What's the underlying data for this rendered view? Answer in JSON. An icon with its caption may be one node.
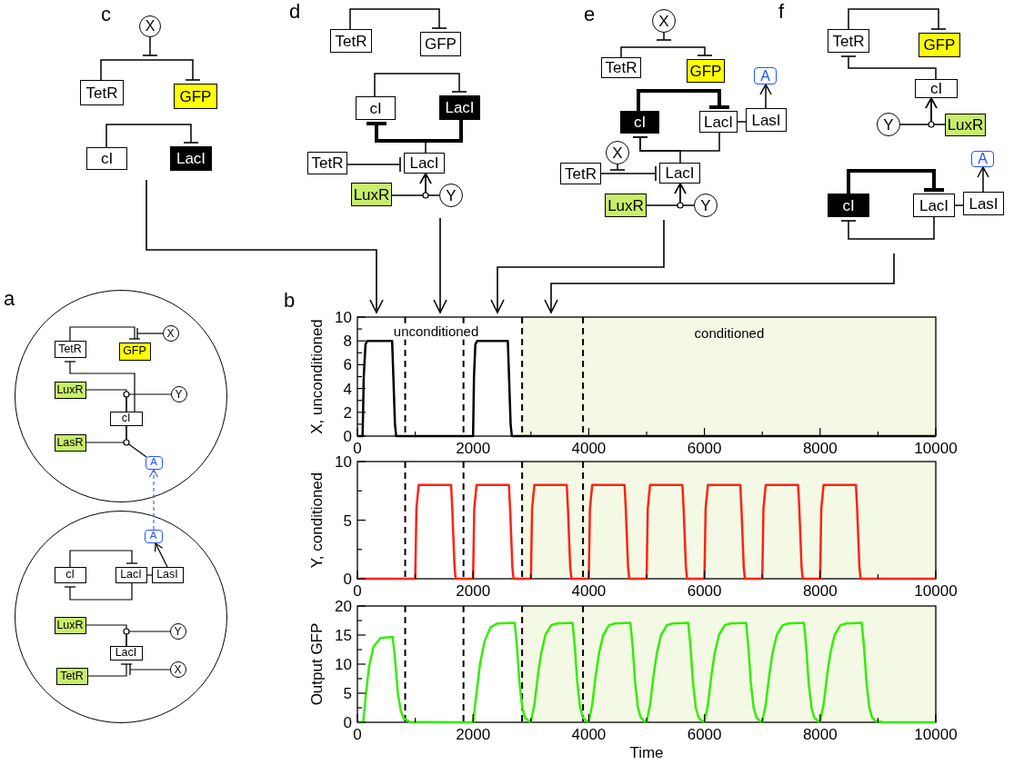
{
  "diagram": {
    "nodes": [
      {
        "text": [
          "X"
        ]
      },
      {
        "text": [
          "TetR"
        ]
      },
      {
        "text": [
          "GFP"
        ]
      },
      {
        "text": [
          "cI"
        ]
      },
      {
        "text": [
          "LacI"
        ]
      },
      {
        "text": [
          "TetR"
        ]
      },
      {
        "text": [
          "GFP"
        ]
      },
      {
        "text": [
          "cI"
        ]
      },
      {
        "text": [
          "LacI"
        ]
      },
      {
        "text": [
          "TetR"
        ]
      },
      {
        "text": [
          "LacI"
        ]
      },
      {
        "text": [
          "LuxR"
        ]
      },
      {
        "text": [
          "Y"
        ]
      },
      {
        "text": [
          "X"
        ]
      },
      {
        "text": [
          "TetR"
        ]
      },
      {
        "text": [
          "GFP"
        ]
      },
      {
        "text": [
          "A"
        ]
      },
      {
        "text": [
          "cI"
        ]
      },
      {
        "text": [
          "LacI"
        ]
      },
      {
        "text": [
          "LasI"
        ]
      },
      {
        "text": [
          "X"
        ]
      },
      {
        "text": [
          "TetR"
        ]
      },
      {
        "text": [
          "LacI"
        ]
      },
      {
        "text": [
          "LuxR"
        ]
      },
      {
        "text": [
          "Y"
        ]
      },
      {
        "text": [
          "TetR"
        ]
      },
      {
        "text": [
          "GFP"
        ]
      },
      {
        "text": [
          "cI"
        ]
      },
      {
        "text": [
          "Y"
        ]
      },
      {
        "text": [
          "LuxR"
        ]
      },
      {
        "text": [
          "A"
        ]
      },
      {
        "text": [
          "cI"
        ]
      },
      {
        "text": [
          "LacI"
        ]
      },
      {
        "text": [
          "LasI"
        ]
      },
      {
        "text": [],
        "shape": "circle"
      },
      {
        "text": [
          "TetR"
        ],
        "in": 34
      },
      {
        "text": [
          "GFP"
        ],
        "in": 34
      },
      {
        "text": [
          "X"
        ],
        "in": 34
      },
      {
        "text": [
          "LuxR"
        ],
        "in": 34
      },
      {
        "text": [
          "Y"
        ],
        "in": 34
      },
      {
        "text": [
          "cI"
        ],
        "in": 34
      },
      {
        "text": [
          "LasR"
        ],
        "in": 34
      },
      {
        "text": [
          "A"
        ],
        "in": 34
      },
      {
        "text": [],
        "shape": "circle"
      },
      {
        "text": [
          "A"
        ],
        "in": 43
      },
      {
        "text": [
          "cI"
        ],
        "in": 43
      },
      {
        "text": [
          "LacI"
        ],
        "in": 43
      },
      {
        "text": [
          "LasI"
        ],
        "in": 43
      },
      {
        "text": [
          "LuxR"
        ],
        "in": 43
      },
      {
        "text": [
          "Y"
        ],
        "in": 43
      },
      {
        "text": [
          "LacI"
        ],
        "in": 43
      },
      {
        "text": [
          "TetR"
        ],
        "in": 43
      },
      {
        "text": [
          "X"
        ],
        "in": 43
      }
    ],
    "edges": [
      {
        "from": 0,
        "to": null,
        "arrow": "other"
      },
      {
        "from": 1,
        "to": 2,
        "arrow": "other"
      },
      {
        "from": 3,
        "to": 4,
        "arrow": "other"
      },
      {
        "from": 5,
        "to": 6,
        "arrow": "other"
      },
      {
        "from": 7,
        "to": 8,
        "arrow": "other"
      },
      {
        "from": 8,
        "to": 7,
        "arrow": "other",
        "style": "thick"
      },
      {
        "from": 10,
        "to": 7,
        "arrow": "other"
      },
      {
        "from": 9,
        "to": 10,
        "arrow": "other"
      },
      {
        "from": 11,
        "to": 10,
        "arrow": "to"
      },
      {
        "from": 12,
        "to": 10,
        "arrow": "to"
      },
      {
        "from": 13,
        "to": null,
        "arrow": "other"
      },
      {
        "from": 14,
        "to": 15,
        "arrow": "other"
      },
      {
        "from": 17,
        "to": 18,
        "arrow": "other",
        "style": "thick"
      },
      {
        "from": 18,
        "to": 19,
        "arrow": "none"
      },
      {
        "from": 19,
        "to": 16,
        "arrow": "to"
      },
      {
        "from": 18,
        "to": 17,
        "arrow": "other"
      },
      {
        "from": 22,
        "to": 17,
        "arrow": "other"
      },
      {
        "from": 20,
        "to": null,
        "arrow": "other"
      },
      {
        "from": 21,
        "to": 22,
        "arrow": "other"
      },
      {
        "from": 23,
        "to": 22,
        "arrow": "to"
      },
      {
        "from": 24,
        "to": 22,
        "arrow": "to"
      },
      {
        "from": 25,
        "to": 26,
        "arrow": "other"
      },
      {
        "from": 27,
        "to": 25,
        "arrow": "other"
      },
      {
        "from": 28,
        "to": 27,
        "arrow": "to"
      },
      {
        "from": 29,
        "to": 27,
        "arrow": "to"
      },
      {
        "from": 31,
        "to": 32,
        "arrow": "other",
        "style": "thick"
      },
      {
        "from": 32,
        "to": 31,
        "arrow": "other"
      },
      {
        "from": 32,
        "to": 33,
        "arrow": "none"
      },
      {
        "from": 33,
        "to": 30,
        "arrow": "to"
      },
      {
        "from": 35,
        "to": 36,
        "arrow": "other"
      },
      {
        "from": 37,
        "to": 36,
        "arrow": "other"
      },
      {
        "from": 40,
        "to": 35,
        "arrow": "other"
      },
      {
        "from": 38,
        "to": 40,
        "arrow": "none"
      },
      {
        "from": 39,
        "to": 40,
        "arrow": "none"
      },
      {
        "from": 41,
        "to": 40,
        "arrow": "none"
      },
      {
        "from": 42,
        "to": 40,
        "arrow": "none"
      },
      {
        "from": 44,
        "to": 42,
        "arrow": "to",
        "style": "dashed",
        "color": "#3366ff"
      },
      {
        "from": 45,
        "to": 46,
        "arrow": "other"
      },
      {
        "from": 46,
        "to": 45,
        "arrow": "other"
      },
      {
        "from": 46,
        "to": 47,
        "arrow": "none"
      },
      {
        "from": 47,
        "to": 44,
        "arrow": "to"
      },
      {
        "from": 48,
        "to": 50,
        "arrow": "none"
      },
      {
        "from": 49,
        "to": 50,
        "arrow": "none"
      },
      {
        "from": 51,
        "to": 50,
        "arrow": "other"
      },
      {
        "from": 52,
        "to": 50,
        "arrow": "other"
      }
    ],
    "labels": [
      "c",
      "d",
      "e",
      "f",
      "a",
      "b"
    ],
    "chart_data": [
      {
        "type": "line",
        "ylabel": "X, unconditioned",
        "x": [
          0,
          90,
          110,
          140,
          170,
          600,
          615,
          650,
          670,
          2000,
          2015,
          2040,
          2070,
          2600,
          2615,
          2650,
          2670,
          10000
        ],
        "series": [
          {
            "color": "#000000",
            "values": [
              0,
              0,
              5,
              7.7,
              8,
              8,
              6,
              1,
              0,
              0,
              5,
              7.7,
              8,
              8,
              6,
              1,
              0,
              0
            ]
          }
        ],
        "xlim": [
          0,
          10000
        ],
        "ylim": [
          0,
          10
        ],
        "xticks": [
          0,
          2000,
          4000,
          6000,
          8000,
          10000
        ],
        "yticks": [
          0,
          2,
          4,
          6,
          8,
          10
        ],
        "bands": [
          {
            "axis": "x",
            "from": 2848,
            "to": 10000,
            "color": "#f4f9e6"
          }
        ],
        "ref_lines": [
          {
            "axis": "x",
            "value": 826
          },
          {
            "axis": "x",
            "value": 1834
          },
          {
            "axis": "x",
            "value": 2848
          },
          {
            "axis": "x",
            "value": 3901
          }
        ],
        "annotations": [
          "unconditioned",
          "conditioned"
        ]
      },
      {
        "type": "line",
        "ylabel": "Y, conditioned",
        "x": [
          0,
          1000,
          1020,
          1060,
          1620,
          1640,
          1680,
          1700,
          2000,
          2020,
          2060,
          2620,
          2640,
          2680,
          2700,
          3000,
          3020,
          3060,
          3620,
          3640,
          3680,
          3700,
          4000,
          4020,
          4060,
          4620,
          4640,
          4680,
          4700,
          5000,
          5020,
          5060,
          5620,
          5640,
          5680,
          5700,
          6000,
          6020,
          6060,
          6620,
          6640,
          6680,
          6700,
          7000,
          7020,
          7060,
          7620,
          7640,
          7680,
          7700,
          8000,
          8020,
          8060,
          8620,
          8640,
          8680,
          8700,
          10000
        ],
        "series": [
          {
            "color": "#ff2211",
            "values": [
              0,
              0,
              6,
              8,
              8,
              6,
              1,
              0,
              0,
              6,
              8,
              8,
              6,
              1,
              0,
              0,
              6,
              8,
              8,
              6,
              1,
              0,
              0,
              6,
              8,
              8,
              6,
              1,
              0,
              0,
              6,
              8,
              8,
              6,
              1,
              0,
              0,
              6,
              8,
              8,
              6,
              1,
              0,
              0,
              6,
              8,
              8,
              6,
              1,
              0,
              0,
              6,
              8,
              8,
              6,
              1,
              0,
              0
            ]
          }
        ],
        "xlim": [
          0,
          10000
        ],
        "ylim": [
          0,
          10
        ],
        "xticks": [
          0,
          2000,
          4000,
          6000,
          8000,
          10000
        ],
        "yticks": [
          0,
          5,
          10
        ],
        "bands": [
          {
            "axis": "x",
            "from": 2848,
            "to": 10000,
            "color": "#f4f9e6"
          }
        ],
        "ref_lines": [
          {
            "axis": "x",
            "value": 826
          },
          {
            "axis": "x",
            "value": 1834
          },
          {
            "axis": "x",
            "value": 2848
          },
          {
            "axis": "x",
            "value": 3901
          }
        ]
      },
      {
        "type": "line",
        "xlabel": "Time",
        "ylabel": "Output GFP",
        "x": [
          0,
          100,
          150,
          200,
          280,
          400,
          610,
          650,
          700,
          750,
          800,
          900,
          2000,
          2060,
          2120,
          2200,
          2300,
          2420,
          2720,
          2760,
          2800,
          2850,
          2900,
          2960,
          3000,
          3060,
          3120,
          3180,
          3250,
          3350,
          3450,
          3720,
          3760,
          3800,
          3850,
          3900,
          3960,
          4000,
          4060,
          4120,
          4180,
          4250,
          4350,
          4450,
          4720,
          4760,
          4800,
          4850,
          4900,
          4960,
          5000,
          5060,
          5120,
          5180,
          5250,
          5350,
          5450,
          5720,
          5760,
          5800,
          5850,
          5900,
          5960,
          6000,
          6060,
          6120,
          6180,
          6250,
          6350,
          6450,
          6720,
          6760,
          6800,
          6850,
          6900,
          6960,
          7000,
          7060,
          7120,
          7180,
          7250,
          7350,
          7450,
          7720,
          7760,
          7800,
          7850,
          7900,
          7960,
          8000,
          8060,
          8120,
          8180,
          8250,
          8350,
          8450,
          8720,
          8760,
          8800,
          8850,
          8900,
          8960,
          9100,
          10000
        ],
        "series": [
          {
            "color": "#33ee00",
            "values": [
              0,
              0,
              5,
              9.5,
              13,
              14.5,
              14.7,
              11,
              5,
              2,
              0.7,
              0.1,
              0,
              5,
              10,
              14,
              16.3,
              17,
              17.1,
              13,
              7,
              2.5,
              0.8,
              0.2,
              0.1,
              3,
              8,
              12,
              15,
              16.7,
              17,
              17.1,
              13,
              7,
              2.5,
              0.8,
              0.2,
              0.1,
              3,
              8,
              12,
              15,
              16.7,
              17,
              17.1,
              13,
              7,
              2.5,
              0.8,
              0.2,
              0.1,
              3,
              8,
              12,
              15,
              16.7,
              17,
              17.1,
              13,
              7,
              2.5,
              0.8,
              0.2,
              0.1,
              3,
              8,
              12,
              15,
              16.7,
              17,
              17.1,
              13,
              7,
              2.5,
              0.8,
              0.2,
              0.1,
              3,
              8,
              12,
              15,
              16.7,
              17,
              17.1,
              13,
              7,
              2.5,
              0.8,
              0.2,
              0.1,
              3,
              8,
              12,
              15,
              16.7,
              17,
              17.1,
              13,
              7,
              2.5,
              0.8,
              0.2,
              0,
              0
            ]
          }
        ],
        "xlim": [
          0,
          10000
        ],
        "ylim": [
          0,
          20
        ],
        "xticks": [
          0,
          2000,
          4000,
          6000,
          8000,
          10000
        ],
        "yticks": [
          0,
          5,
          10,
          15,
          20
        ],
        "bands": [
          {
            "axis": "x",
            "from": 2848,
            "to": 10000,
            "color": "#f4f9e6"
          }
        ],
        "ref_lines": [
          {
            "axis": "x",
            "value": 826
          },
          {
            "axis": "x",
            "value": 1834
          },
          {
            "axis": "x",
            "value": 2848
          },
          {
            "axis": "x",
            "value": 3901
          }
        ]
      }
    ]
  }
}
